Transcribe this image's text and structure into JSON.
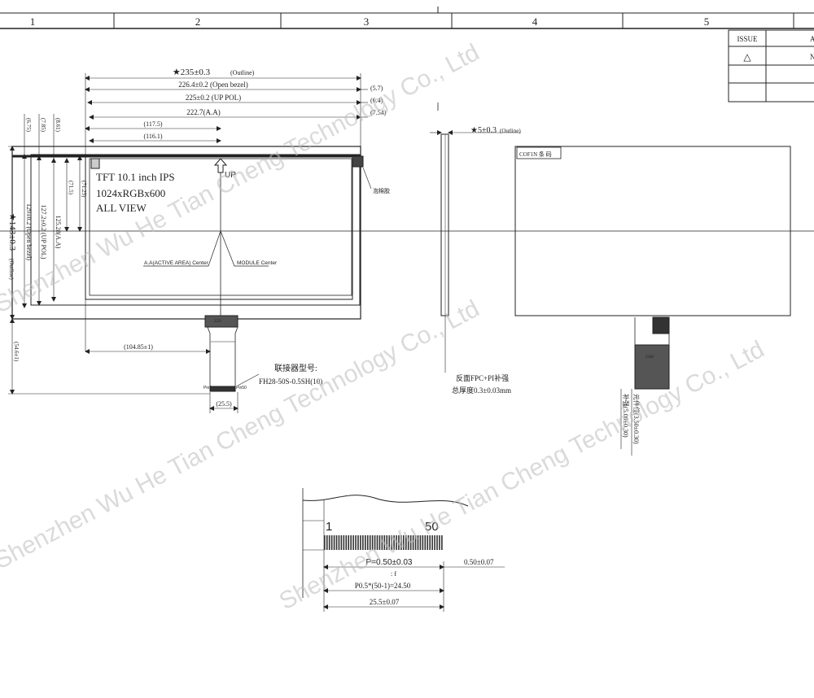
{
  "ruler": {
    "zones": [
      "1",
      "2",
      "3",
      "4",
      "5"
    ]
  },
  "issue_table": {
    "header": "ISSUE",
    "header2": "A",
    "row1_symbol": "△",
    "row1_value": "N"
  },
  "front_view": {
    "outline_width": "★235±0.3",
    "outline_width_tag": "(Outline)",
    "open_bezel_width": "226.4±0.2 (Open bezel)",
    "up_pol_width": "225±0.2 (UP POL)",
    "aa_width": "222.7(A.A)",
    "dim_117_5": "(117.5)",
    "dim_116_1": "(116.1)",
    "dim_5_7": "(5.7)",
    "dim_6_4": "(6.4)",
    "dim_7_54": "(7.54)",
    "outline_height": "★143±0.3",
    "outline_height_tag": "(Outline)",
    "open_bezel_height": "129±0.2 (Open bezel)",
    "up_pol_height": "127.2±0.2 (UP POL)",
    "aa_height": "125.28(A.A)",
    "dim_6_75": "(6.75)",
    "dim_7_85": "(7.85)",
    "dim_8_61": "(8.61)",
    "dim_71_5": "(71.5)",
    "dim_71_25": "(71.25)",
    "dim_54_6": "(54.6±1)",
    "dim_104_85": "(104.85±1)",
    "dim_25_5": "(25.5)",
    "title_line1": "TFT 10.1 inch  IPS",
    "title_line2": "1024xRGBx600",
    "title_line3": "ALL VIEW",
    "up_label": "UP",
    "aa_center": "A.A(ACTIVE AREA) Center",
    "module_center": "MODULE Center",
    "tape_label": "泡棉胶",
    "fpc_label": "ZZ9",
    "pin_first": "Pin1",
    "pin_last": "Pin50",
    "connector_label": "联接器型号:",
    "connector_part": "FH28-50S-0.5SH(10)"
  },
  "side_view": {
    "thickness": "★5±0.3",
    "thickness_tag": "(Outline)",
    "note_line1": "反面FPC+PI补强",
    "note_line2": "总厚度0.3±0.03mm"
  },
  "back_view": {
    "label_box": "COF1N  条 码",
    "fpc_label": "GH8",
    "dim_a": "元件位(3.50±0.30)",
    "dim_b": "补强(5.00±0.30)"
  },
  "fpc_detail": {
    "pin_first": "1",
    "pin_last": "50",
    "pitch": "P=0.50±0.03",
    "pad_width": "0.50±0.07",
    "pitch_total": "P0.5*(50-1)=24.50",
    "total_width": "25.5±0.07",
    "marker": ":      f"
  },
  "watermark": {
    "line1": "Shenzhen Wu He Tian Cheng Technology Co., Ltd",
    "line2": "Shenzhen Wu He Tian Cheng Technology Co., Ltd",
    "line3": "Shenzhen Wu He Tian Cheng Technology Co., Ltd"
  }
}
